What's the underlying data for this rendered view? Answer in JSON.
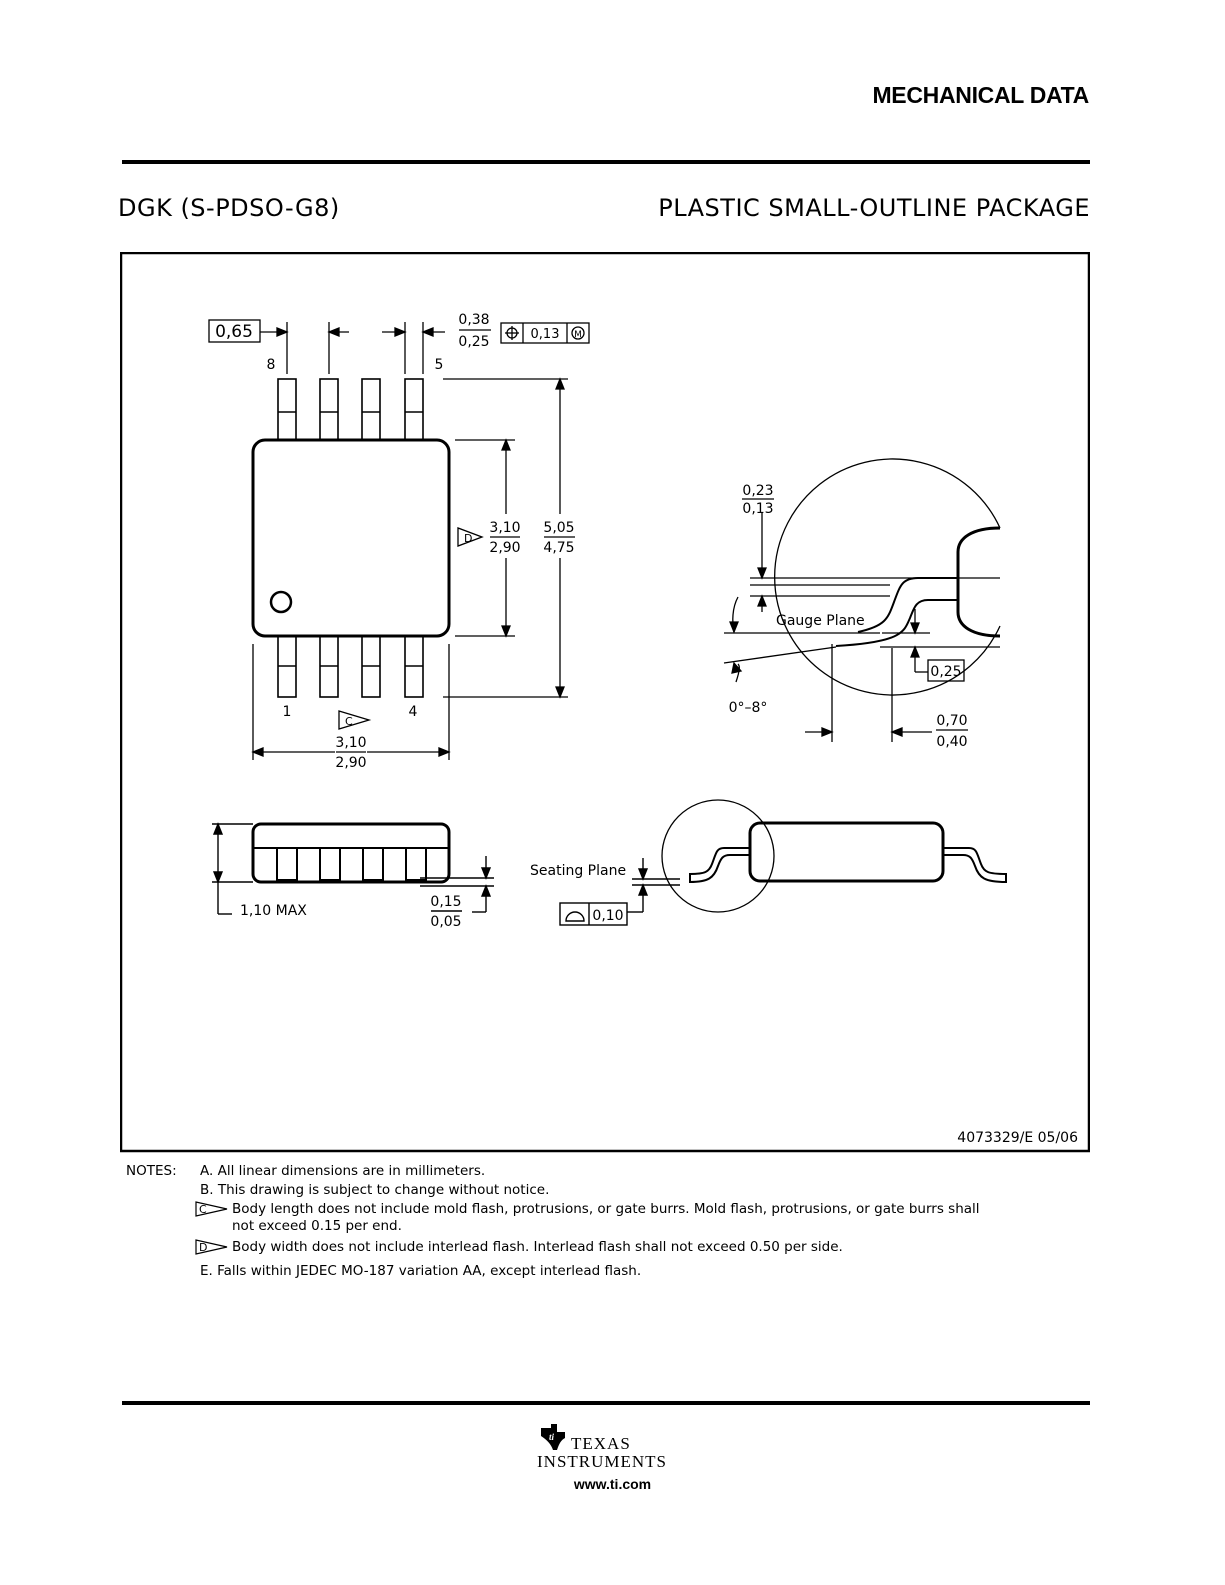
{
  "header": {
    "title": "MECHANICAL DATA"
  },
  "package": {
    "code": "DGK (S-PDSO-G8)",
    "name": "PLASTIC SMALL-OUTLINE PACKAGE"
  },
  "dims": {
    "pitch": "0,65",
    "lead_w_max": "0,38",
    "lead_w_min": "0,25",
    "pos_tol": "0,13",
    "pin8": "8",
    "pin5": "5",
    "pin1": "1",
    "pin4": "4",
    "body_w_max": "3,10",
    "body_w_min": "2,90",
    "overall_max": "5,05",
    "overall_min": "4,75",
    "body_l_max": "3,10",
    "body_l_min": "2,90",
    "note_d": "D",
    "note_c": "C",
    "height": "1,10 MAX",
    "standoff_max": "0,15",
    "standoff_min": "0,05",
    "seating_plane": "Seating Plane",
    "coplanarity": "0,10",
    "lead_t_max": "0,23",
    "lead_t_min": "0,13",
    "gauge_plane": "Gauge Plane",
    "gauge": "0,25",
    "angle": "0°–8°",
    "foot_max": "0,70",
    "foot_min": "0,40",
    "drawing_no": "4073329/E 05/06"
  },
  "notes": {
    "label": "NOTES:",
    "a": "A.   All linear dimensions are in millimeters.",
    "b": "B.   This drawing is subject to change without notice.",
    "c1": "Body length does not include mold flash, protrusions, or gate burrs.  Mold flash, protrusions, or gate burrs shall",
    "c2": "not exceed 0.15 per end.",
    "d": "Body width does not include interlead flash. Interlead flash shall not exceed 0.50 per side.",
    "e": "E.    Falls within JEDEC MO-187 variation AA, except interlead flash."
  },
  "footer": {
    "logo_line1": "TEXAS",
    "logo_line2": "INSTRUMENTS",
    "url": "www.ti.com"
  }
}
